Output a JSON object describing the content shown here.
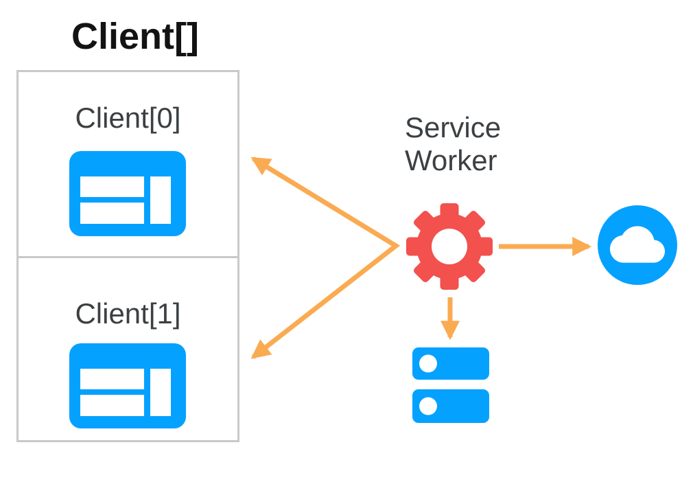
{
  "diagram": {
    "title": "Client[]",
    "clients": [
      {
        "label": "Client[0]",
        "icon": "browser-window-icon"
      },
      {
        "label": "Client[1]",
        "icon": "browser-window-icon"
      }
    ],
    "service_worker": {
      "label_line1": "Service",
      "label_line2": "Worker",
      "icon": "gear-icon"
    },
    "network": {
      "icon": "cloud-icon"
    },
    "storage": {
      "icon": "database-icon"
    },
    "arrows": [
      {
        "from": "service-worker",
        "to": "client-0",
        "direction": "up-left"
      },
      {
        "from": "service-worker",
        "to": "client-1",
        "direction": "down-left"
      },
      {
        "from": "service-worker",
        "to": "cloud-network",
        "direction": "right"
      },
      {
        "from": "service-worker",
        "to": "database-storage",
        "direction": "down"
      }
    ],
    "colors": {
      "blue": "#05a1ff",
      "red": "#f2514d",
      "orange": "#faab52",
      "text_dark": "#3c4043",
      "title_black": "#131313",
      "box_border": "#c9c9c9",
      "background": "#ffffff"
    }
  }
}
